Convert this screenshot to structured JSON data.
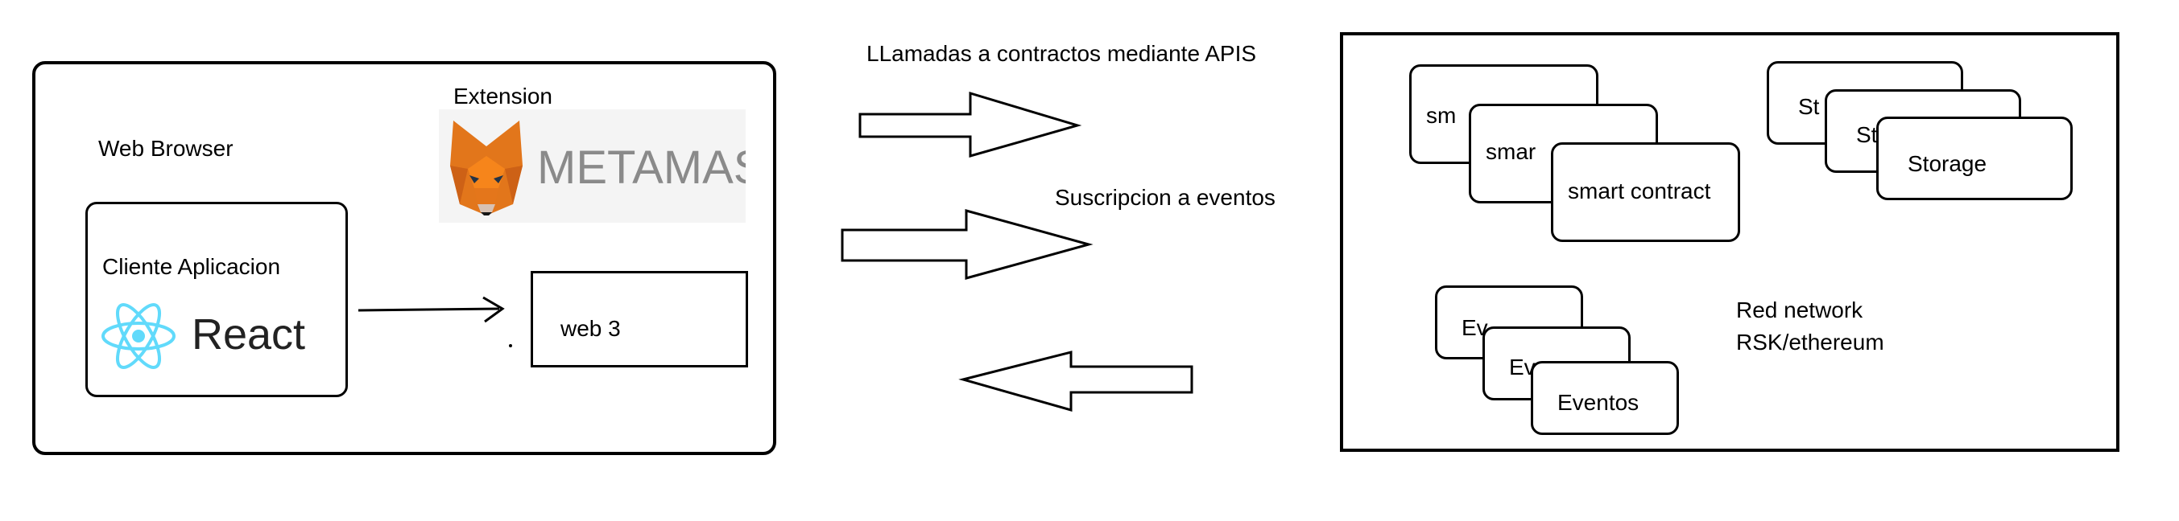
{
  "browser": {
    "label": "Web Browser",
    "extension_label": "Extension",
    "metamask_text": "METAMASK",
    "client_label": "Cliente Aplicacion",
    "react_text": "React",
    "web3_label": "web 3"
  },
  "arrows": {
    "calls_label": "LLamadas a contractos mediante APIS",
    "subscription_label": "Suscripcion a eventos"
  },
  "network": {
    "label_line1": "Red network",
    "label_line2": "RSK/ethereum",
    "contracts": [
      "sm",
      "smar",
      "smart contract"
    ],
    "storage": [
      "St",
      "St",
      "Storage"
    ],
    "events": [
      "Ev",
      "Ev",
      "Eventos"
    ]
  },
  "colors": {
    "react_blue": "#61DAFB",
    "metamask_orange": "#E2761B",
    "metamask_text_gray": "#8a8a8a",
    "logo_background": "#f4f4f4"
  }
}
